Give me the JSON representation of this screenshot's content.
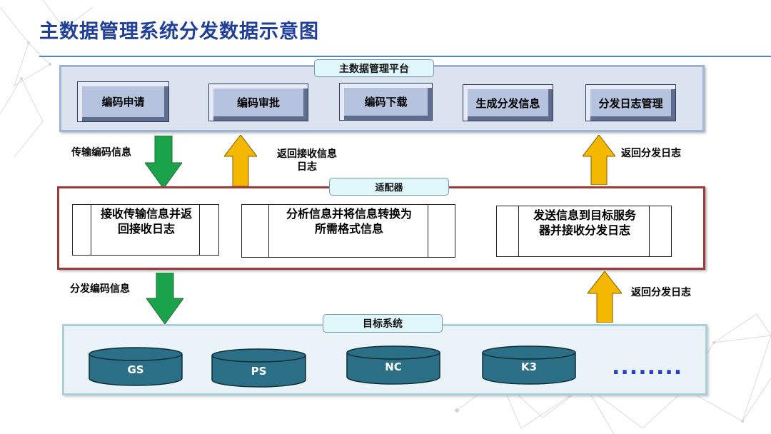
{
  "title": "主数据管理系统分发数据示意图",
  "platform": {
    "label": "主数据管理平台",
    "buttons": [
      "编码申请",
      "编码审批",
      "编码下载",
      "生成分发信息",
      "分发日志管理"
    ]
  },
  "adapter": {
    "label": "适配器",
    "processes": [
      {
        "line1": "接收传输信息并返",
        "line2": "回接收日志"
      },
      {
        "line1": "分析信息并将信息转换为",
        "line2": "所需格式信息"
      },
      {
        "line1": "发送信息到目标服务",
        "line2": "器并接收分发日志"
      }
    ]
  },
  "target": {
    "label": "目标系统",
    "systems": [
      "GS",
      "PS",
      "NC",
      "K3"
    ],
    "more": "........"
  },
  "flows": {
    "transmit": "传输编码信息",
    "return_receive_line1": "返回接收信息",
    "return_receive_line2": "日志",
    "return_dist_top": "返回分发日志",
    "distribute": "分发编码信息",
    "return_dist_bottom": "返回分发日志"
  },
  "colors": {
    "title": "#1f3f9a",
    "down_arrow": "#1aa34a",
    "up_arrow": "#f5b800",
    "cylinder": "#2a6f86",
    "adapter_border": "#a03a3a"
  }
}
